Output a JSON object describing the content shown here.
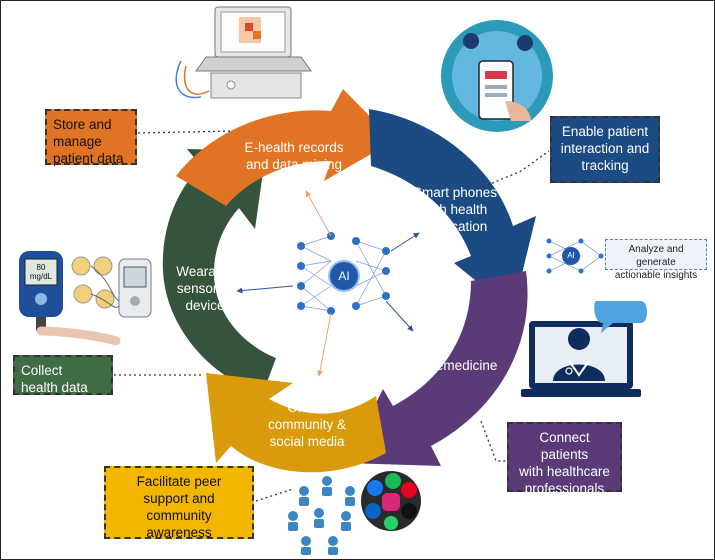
{
  "cycle": {
    "ehealth": "E-health records\nand data mining",
    "smartphones": "Smart phones\nwith health\napplication",
    "telemedicine": "Telemedicine",
    "online": "Online\ncommunity &\nsocial media",
    "wearable": "Wearable\nsensor or\ndevice"
  },
  "center": {
    "ai": "AI"
  },
  "callouts": {
    "store": "Store and\nmanage\npatient data",
    "enable": "Enable patient\ninteraction and\ntracking",
    "analyze": "Analyze and generate\nactionable insights",
    "collect": "Collect\nhealth data",
    "connect": "Connect patients\nwith healthcare\nprofessionals",
    "facilitate": "Facilitate peer\nsupport and\ncommunity\nawareness"
  },
  "device": {
    "glucose_reading": "80",
    "glucose_unit": "mg/dL"
  },
  "colors": {
    "orange": "#e07424",
    "blue": "#1c4b83",
    "purple": "#5b3a78",
    "yellow": "#d99a0c",
    "green": "#36543c"
  }
}
